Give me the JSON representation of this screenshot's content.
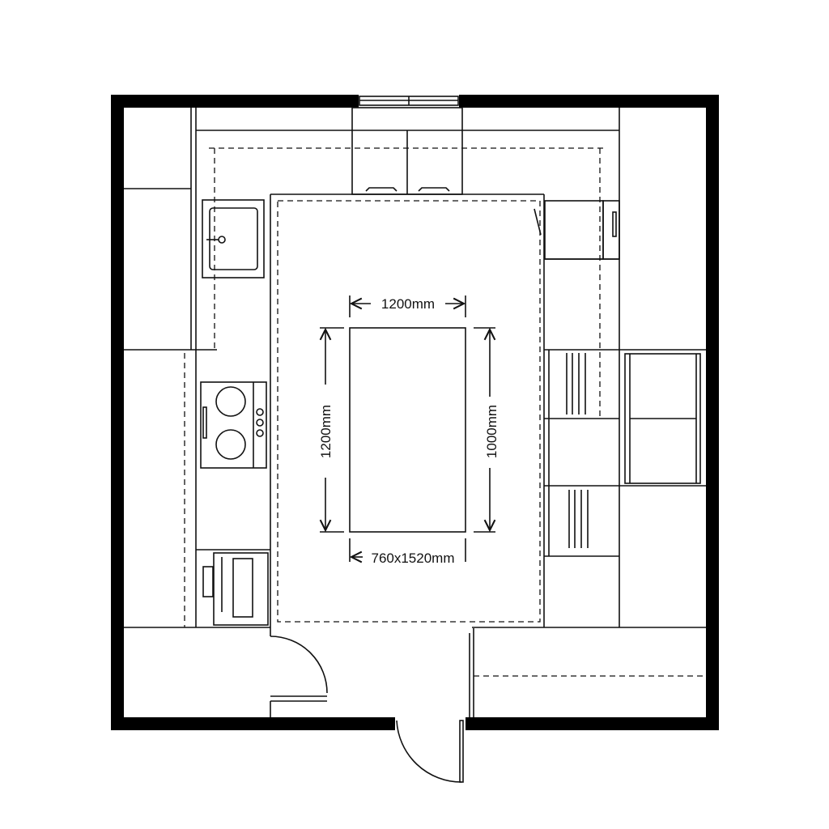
{
  "plan": {
    "dimensions": {
      "top_width": "1200mm",
      "left_height": "1200mm",
      "right_height": "1000mm",
      "table_size": "760x1520mm"
    },
    "colors": {
      "wall": "#000000",
      "line": "#111111",
      "background": "#ffffff"
    }
  }
}
